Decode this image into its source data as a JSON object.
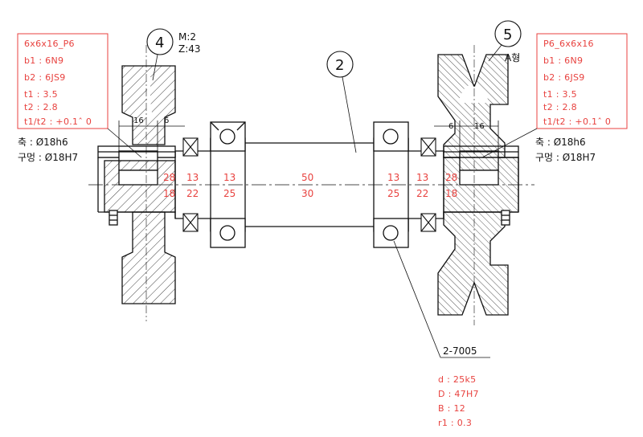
{
  "left_key_box": {
    "title": "6x6x16_P6",
    "b1": "b1 : 6N9",
    "b2": "b2 : 6JS9",
    "t1": "t1 : 3.5",
    "t2": "t2 : 2.8",
    "tt": "t1/t2 : +0.1ˆ 0"
  },
  "right_key_box": {
    "title": "P6_6x6x16",
    "b1": "b1 : 6N9",
    "b2": "b2 : 6JS9",
    "t1": "t1 : 3.5",
    "t2": "t2 : 2.8",
    "tt": "t1/t2 : +0.1ˆ 0"
  },
  "fit_left": {
    "shaft": "축 : Ø18h6",
    "hole": "구멍 : Ø18H7"
  },
  "fit_right": {
    "shaft": "축 : Ø18h6",
    "hole": "구멍 : Ø18H7"
  },
  "gear": {
    "balloon": "4",
    "module": "M:2",
    "teeth": "Z:43"
  },
  "shaft_balloon": "2",
  "pulley": {
    "balloon": "5",
    "type": "A형"
  },
  "key_dims": {
    "left_key": "16",
    "left_gap": "6",
    "right_gap": "6",
    "right_key": "16"
  },
  "step_lengths": [
    "28",
    "13",
    "13",
    "50",
    "13",
    "13",
    "28"
  ],
  "step_diameters": [
    "18",
    "22",
    "25",
    "30",
    "25",
    "22",
    "18"
  ],
  "bearing": {
    "label": "2-7005",
    "d": "d : 25k5",
    "D": "D : 47H7",
    "B": "B : 12",
    "r1": "r1 : 0.3"
  },
  "colors": {
    "annotation_red": "#e8423f",
    "line_black": "#111111",
    "background": "#ffffff"
  }
}
